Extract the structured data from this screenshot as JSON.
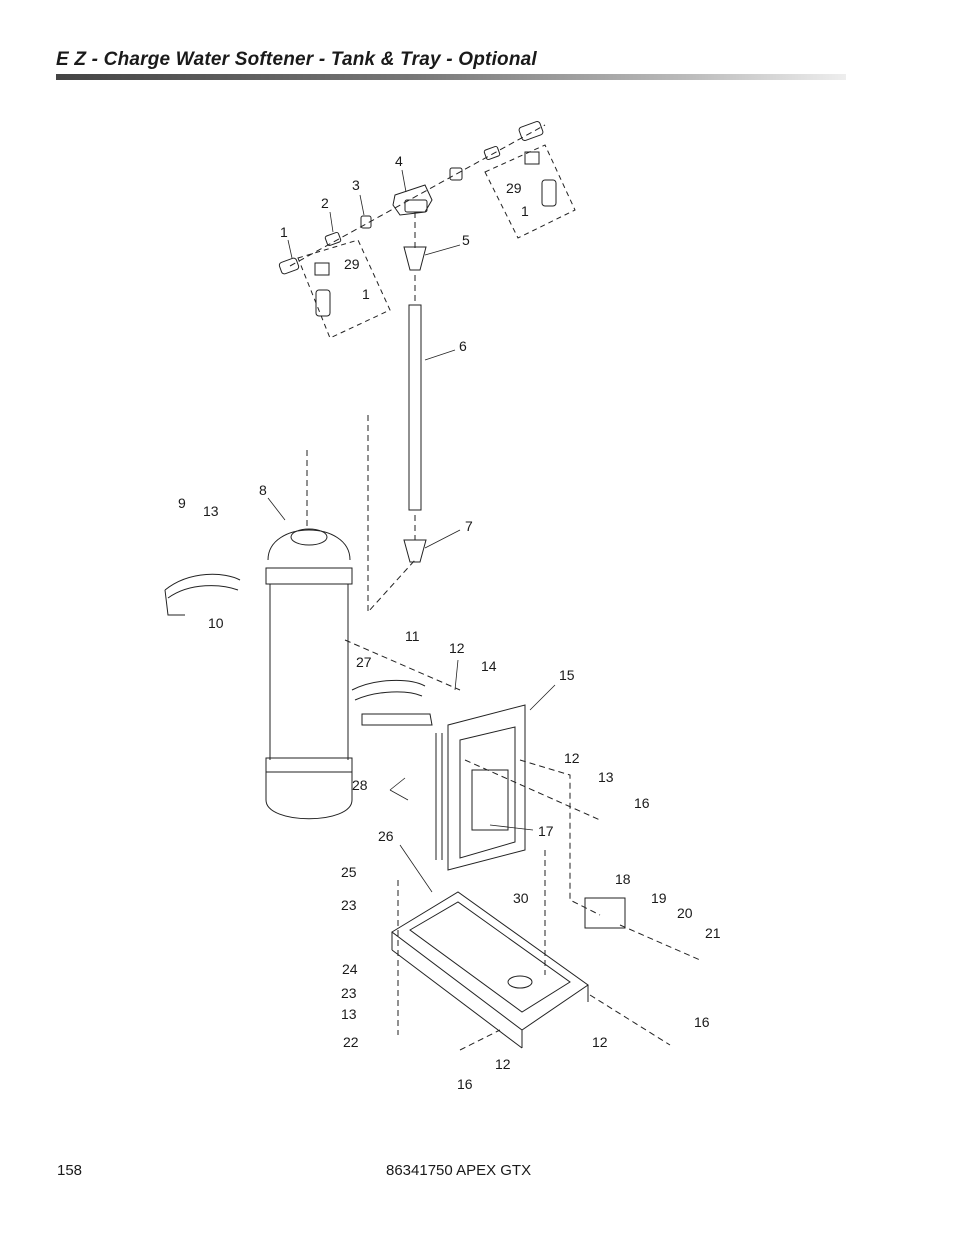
{
  "header": {
    "title": "E Z - Charge Water Softener  -  Tank & Tray  -  Optional"
  },
  "callouts": [
    {
      "id": "c1a",
      "text": "1"
    },
    {
      "id": "c2",
      "text": "2"
    },
    {
      "id": "c3",
      "text": "3"
    },
    {
      "id": "c4",
      "text": "4"
    },
    {
      "id": "c29a",
      "text": "29"
    },
    {
      "id": "c1b",
      "text": "1"
    },
    {
      "id": "c29b",
      "text": "29"
    },
    {
      "id": "c1c",
      "text": "1"
    },
    {
      "id": "c5",
      "text": "5"
    },
    {
      "id": "c6",
      "text": "6"
    },
    {
      "id": "c7",
      "text": "7"
    },
    {
      "id": "c8",
      "text": "8"
    },
    {
      "id": "c9",
      "text": "9"
    },
    {
      "id": "c13a",
      "text": "13"
    },
    {
      "id": "c10",
      "text": "10"
    },
    {
      "id": "c11",
      "text": "11"
    },
    {
      "id": "c12a",
      "text": "12"
    },
    {
      "id": "c14",
      "text": "14"
    },
    {
      "id": "c15",
      "text": "15"
    },
    {
      "id": "c27",
      "text": "27"
    },
    {
      "id": "c12b",
      "text": "12"
    },
    {
      "id": "c13b",
      "text": "13"
    },
    {
      "id": "c16a",
      "text": "16"
    },
    {
      "id": "c28",
      "text": "28"
    },
    {
      "id": "c17",
      "text": "17"
    },
    {
      "id": "c26",
      "text": "26"
    },
    {
      "id": "c25",
      "text": "25"
    },
    {
      "id": "c18",
      "text": "18"
    },
    {
      "id": "c19",
      "text": "19"
    },
    {
      "id": "c30",
      "text": "30"
    },
    {
      "id": "c23a",
      "text": "23"
    },
    {
      "id": "c20",
      "text": "20"
    },
    {
      "id": "c21",
      "text": "21"
    },
    {
      "id": "c24",
      "text": "24"
    },
    {
      "id": "c23b",
      "text": "23"
    },
    {
      "id": "c13c",
      "text": "13"
    },
    {
      "id": "c16b",
      "text": "16"
    },
    {
      "id": "c22",
      "text": "22"
    },
    {
      "id": "c12c",
      "text": "12"
    },
    {
      "id": "c12d",
      "text": "12"
    },
    {
      "id": "c16c",
      "text": "16"
    }
  ],
  "footer": {
    "page_number": "158",
    "doc_id": "86341750  APEX GTX"
  }
}
